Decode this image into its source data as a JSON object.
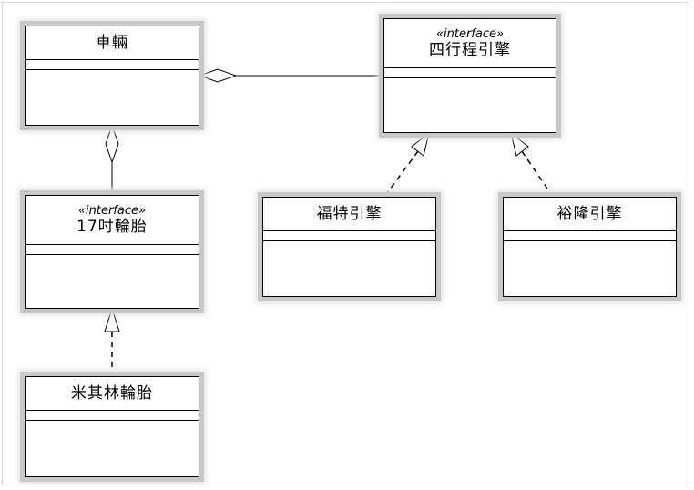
{
  "classes": {
    "vehicle": {
      "name": "車輛",
      "stereotype": ""
    },
    "engine": {
      "name": "四行程引擎",
      "stereotype": "«interface»"
    },
    "tire": {
      "name": "17吋輪胎",
      "stereotype": "«interface»"
    },
    "ford": {
      "name": "福特引擎",
      "stereotype": ""
    },
    "yulon": {
      "name": "裕隆引擎",
      "stereotype": ""
    },
    "michelin": {
      "name": "米其林輪胎",
      "stereotype": ""
    }
  },
  "relations": [
    {
      "from": "vehicle",
      "to": "engine",
      "kind": "aggregation"
    },
    {
      "from": "vehicle",
      "to": "tire",
      "kind": "aggregation"
    },
    {
      "from": "ford",
      "to": "engine",
      "kind": "realization"
    },
    {
      "from": "yulon",
      "to": "engine",
      "kind": "realization"
    },
    {
      "from": "michelin",
      "to": "tire",
      "kind": "realization"
    }
  ]
}
